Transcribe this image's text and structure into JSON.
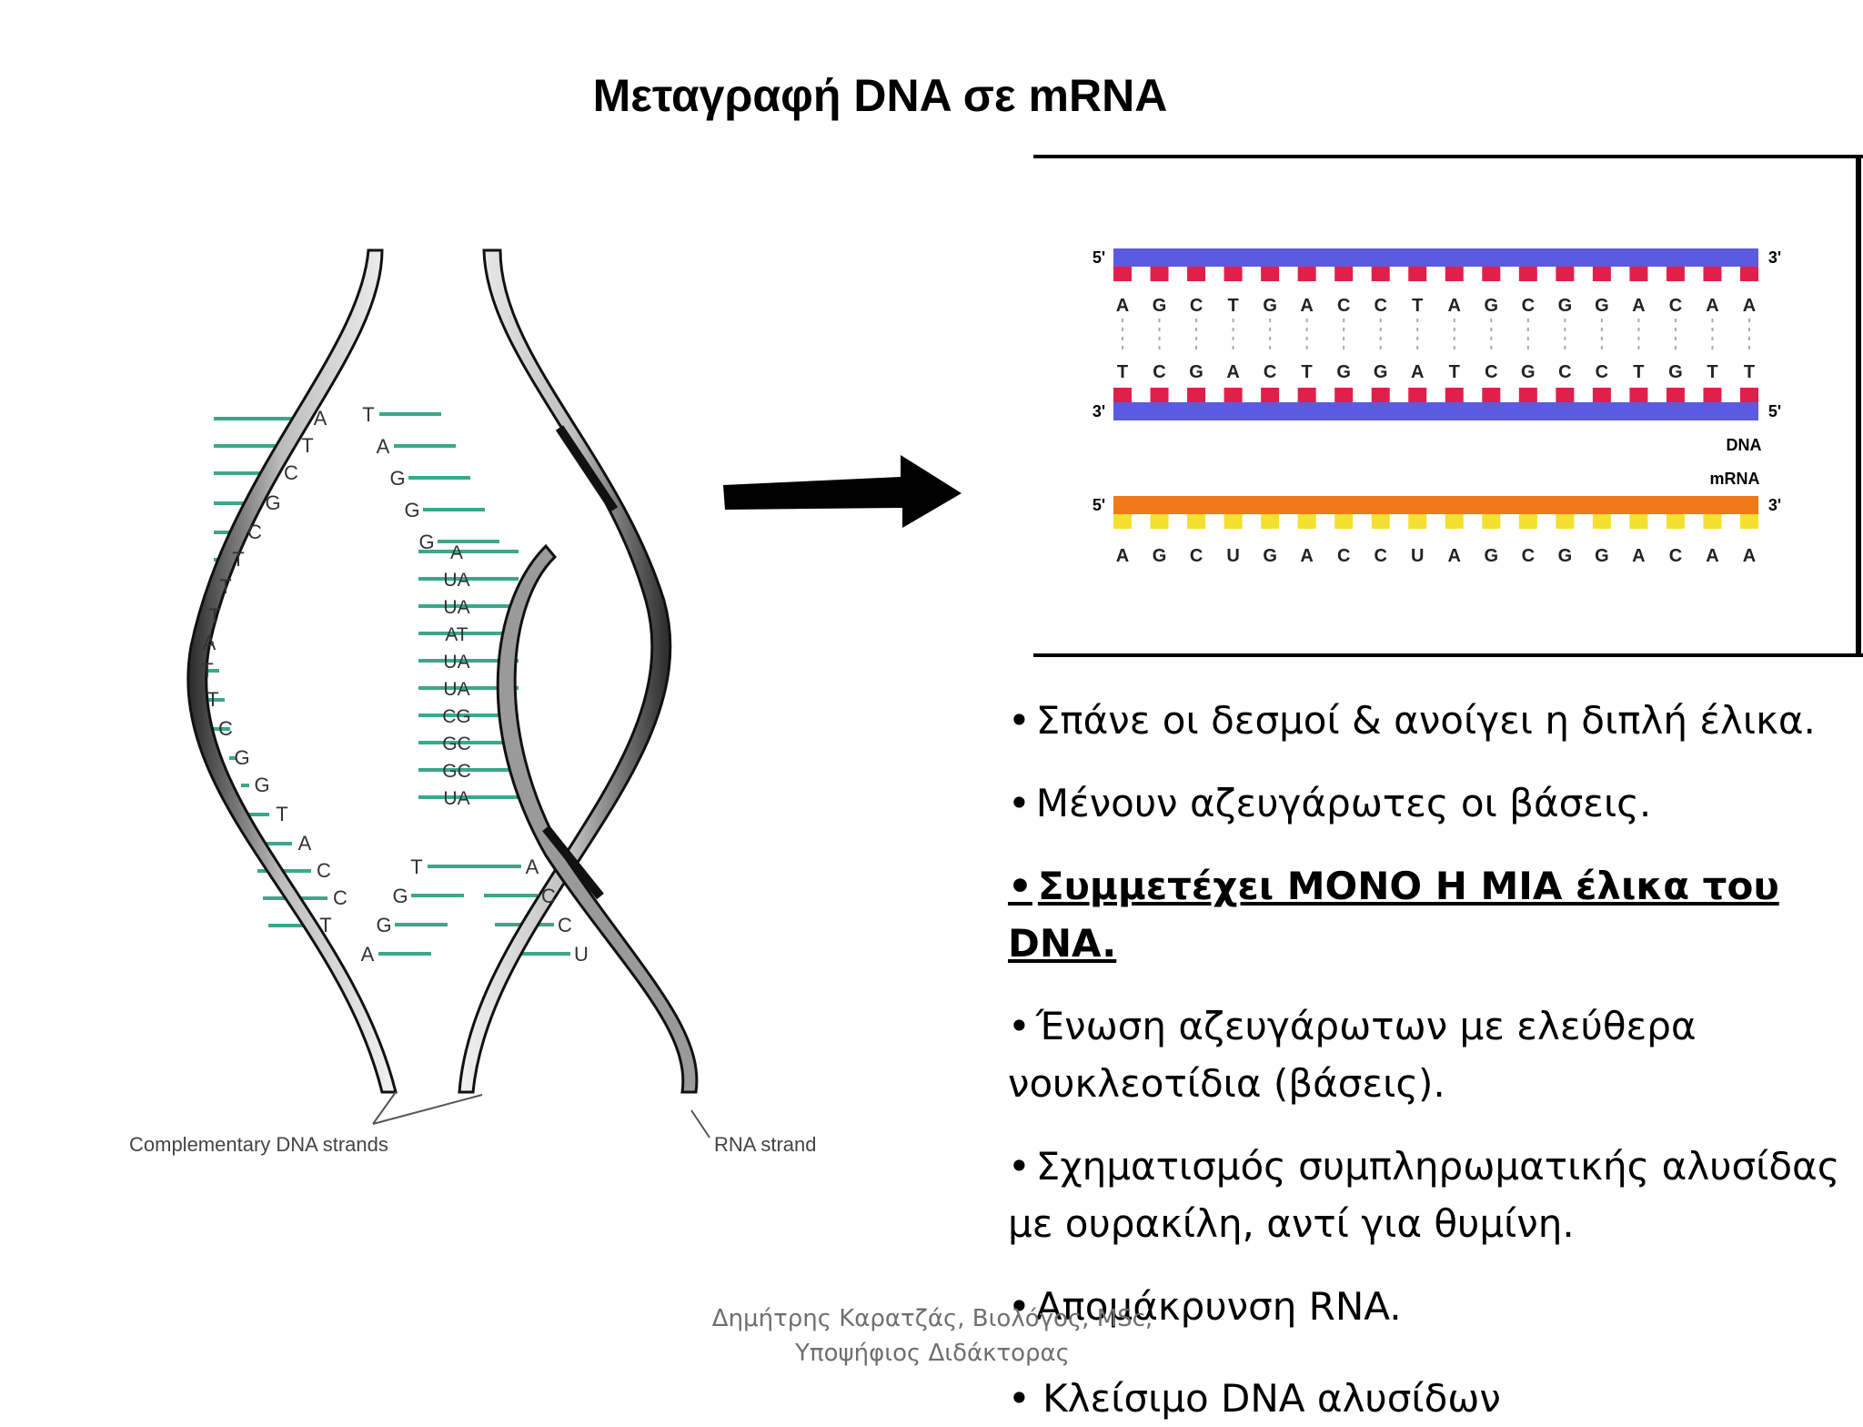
{
  "title": "Μεταγραφή DNA σε mRNA",
  "left_figure": {
    "left_strand_letters": [
      "A",
      "T",
      "C",
      "G",
      "C",
      "T",
      "T",
      "T",
      "A",
      "T",
      "T",
      "C",
      "G",
      "G",
      "T",
      "A",
      "C",
      "C",
      "T"
    ],
    "upper_right_letters": [
      "T",
      "A",
      "G",
      "G",
      "G"
    ],
    "rna_pairs": [
      "A",
      "UA",
      "UA",
      "AT",
      "UA",
      "UA",
      "CG",
      "GC",
      "GC",
      "UA"
    ],
    "lower_left_letters": [
      "T",
      "G",
      "G",
      "A"
    ],
    "rna_tail_letters": [
      "A",
      "C",
      "C",
      "U"
    ],
    "label_complementary": "Complementary DNA strands",
    "label_rna": "RNA strand"
  },
  "right_figure": {
    "dna_top_seq": [
      "A",
      "G",
      "C",
      "T",
      "G",
      "A",
      "C",
      "C",
      "T",
      "A",
      "G",
      "C",
      "G",
      "G",
      "A",
      "C",
      "A",
      "A"
    ],
    "dna_bottom_seq": [
      "T",
      "C",
      "G",
      "A",
      "C",
      "T",
      "G",
      "G",
      "A",
      "T",
      "C",
      "G",
      "C",
      "C",
      "T",
      "G",
      "T",
      "T"
    ],
    "mrna_seq": [
      "A",
      "G",
      "C",
      "U",
      "G",
      "A",
      "C",
      "C",
      "U",
      "A",
      "G",
      "C",
      "G",
      "G",
      "A",
      "C",
      "A",
      "A"
    ],
    "end_5": "5'",
    "end_3": "3'",
    "label_dna": "DNA",
    "label_mrna": "mRNA",
    "colors": {
      "dna_strand": "#5b5be0",
      "dna_base": "#e0204a",
      "mrna_strand": "#ef7a1a",
      "mrna_base": "#f3e030"
    }
  },
  "bullets": [
    {
      "text": "Σπάνε οι δεσμοί & ανοίγει η διπλή έλικα."
    },
    {
      "text": "Μένουν αζευγάρωτες οι βάσεις."
    },
    {
      "text": "Συμμετέχει ΜΟΝΟ Η ΜΙΑ έλικα του DNA."
    },
    {
      "text": "Ένωση αζευγάρωτων με ελεύθερα νουκλεοτίδια (βάσεις)."
    },
    {
      "text": "Σχηματισμός συμπληρωματικής αλυσίδας με ουρακίλη, αντί για θυμίνη."
    },
    {
      "text": "Απομάκρυνση RNA."
    }
  ],
  "cut_bullet": "Κλείσιμο DNA αλυσίδων",
  "bullet_symbol": "•",
  "footer": {
    "line1": "Δημήτρης Καρατζάς, Βιολόγος, MSc,",
    "line2": "Υποψήφιος Διδάκτορας"
  }
}
